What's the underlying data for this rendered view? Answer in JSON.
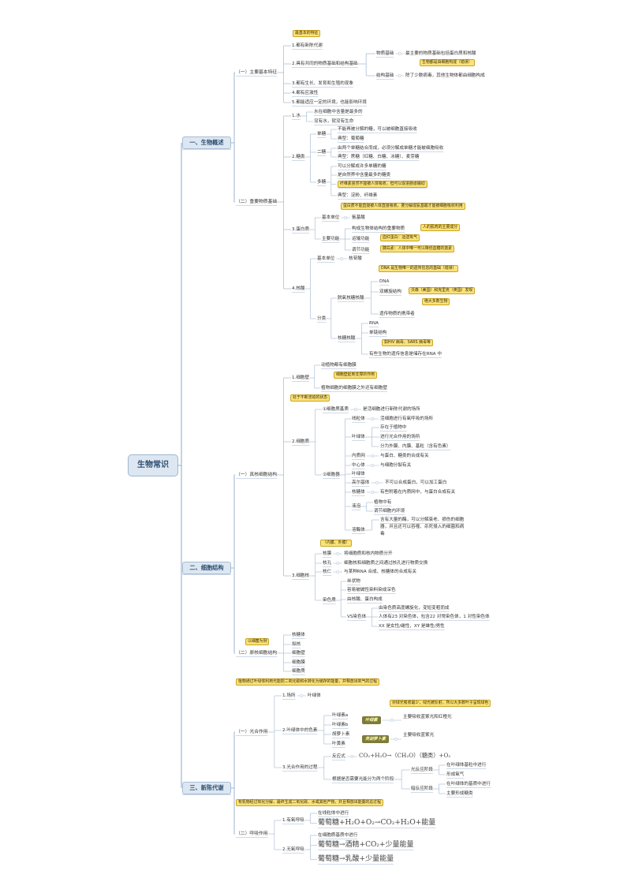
{
  "root": "生物常识",
  "branches": {
    "b1": "一、生物概述",
    "b2": "二、细胞结构",
    "b3": "三、新陈代谢"
  },
  "outline": {
    "features": "（一）主要基本特征",
    "features_note": "最基本的特征",
    "f1": "1.都有新陈代谢",
    "f2": "2.具有共同的物质基础和结构基础",
    "f2_material": "物质基础",
    "f2_material_text": "最主要的物质基础包括蛋白质和核酸",
    "f2_note": "生物都是由细胞构成（错误）",
    "f2_structure": "结构基础",
    "f2_structure_text": "除了少数病毒，其他生物体都由细胞构成",
    "f3": "3.都有生长、发育和生殖的现象",
    "f4": "4.都有应激性",
    "f5": "5.都能适应一定的环境，也能影响环境",
    "matter": "（二）重要物质基础",
    "water": "1.水",
    "water_a": "水在细胞中含量是最多的",
    "water_b": "没有水，就没有生命",
    "sugar": "2.糖类",
    "mono": "单糖",
    "mono_a": "不能再被分解的糖，可以被细胞直接吸收",
    "mono_b": "典型：葡萄糖",
    "di": "二糖",
    "di_a": "由两个单糖结合而成，必须分解成单糖才能被细胞吸收",
    "di_b": "典型：蔗糖（红糖、白糖、冰糖）、麦芽糖",
    "poly": "多糖",
    "poly_a": "可以分解成许多单糖的糖",
    "poly_b": "是自然界中含量最多的糖类",
    "poly_note": "纤维素虽然不能被人体吸收，但可以促进肠道蠕动",
    "poly_c": "典型：淀粉、纤维素",
    "protein": "3.蛋白质",
    "protein_note": "蛋白质不能直接被人体直接吸收，要分解成氨基酸才能被细胞吸收利用",
    "unit_label": "基本单位",
    "protein_unit": "氨基酸",
    "function_label": "主要功能",
    "protein_f1": "构成生物体结构的重要物质",
    "protein_f1_note": "人的肌肉的主要成分",
    "protein_f2": "运输功能",
    "protein_f2_note": "血红蛋白：运送氧气",
    "protein_f3": "调节功能",
    "protein_f3_note": "胰岛素：人体中唯一可以降低血糖的激素",
    "nucleic": "4.核酸",
    "nucleic_unit": "核苷酸",
    "classify": "分类",
    "dna_group": "脱氧核糖核酸",
    "dna_note": "DNA 是生物唯一的遗传信息的基础（错误）",
    "dna": "DNA",
    "dna_helix": "双螺旋结构",
    "dna_helix_note": "沃森（美国）和克里克（英国）发现",
    "dna_note2": "绝大多数生物",
    "dna_carrier": "遗传物质的携带者",
    "rna_group": "核糖核酸",
    "rna": "RNA",
    "rna_single": "单链结构",
    "rna_note": "如HIV 病毒、SARS 病毒等",
    "rna_carrier": "有些生物的遗传信息是储存在RNA 中",
    "euk": "（一）真核细胞结构",
    "wall": "1.细胞壁",
    "wall_a": "动植物都有细胞膜",
    "wall_note": "细胞壁起到支撑的作用",
    "wall_b": "植物细胞的细胞膜之外还有细胞壁",
    "cyto_note": "处于不断流动的状态",
    "cyto": "2.细胞质",
    "matrix_label": "①细胞质基质",
    "matrix_text": "是活细胞进行新陈代谢的场所",
    "organelle": "②细胞器",
    "mito": "线粒体",
    "mito_text": "活细胞进行有氧呼吸的场所",
    "chloro": "叶绿体",
    "chloro_a": "存在于植物中",
    "chloro_b": "进行光合作用的场所",
    "chloro_c": "分为外膜、内膜、基粒（含有色素）",
    "er": "内质网",
    "er_text": "与蛋白、糖类的合成有关",
    "centro": "中心体",
    "centro_text": "与细胞分裂有关",
    "golgi_top": "叶绿体",
    "golgi": "高尔基体",
    "golgi_text": "不可以合成蛋白，可以加工蛋白",
    "ribo": "核糖体",
    "ribo_text": "有些附着在内质网中，与蛋白合成有关",
    "vacuole": "液泡",
    "vac_a": "植物中有",
    "vac_b": "调节细胞内环境",
    "lyso": "溶酶体",
    "lyso_a": "含有大量的酶，可以分解衰老、损伤的细胞",
    "lyso_b": "器，并且还可以吞噬、杀死侵入的细菌和病",
    "lyso_c": "毒",
    "nucleus_note": "（内膜、外膜）",
    "nucleus": "3.细胞核",
    "n_membrane": "核膜",
    "n_membrane_text": "将细胞质和核内物质分开",
    "n_pore": "核孔",
    "n_pore_text": "细胞核和细胞质之间通过核孔进行物质交换",
    "n_nucleolus": "核仁",
    "n_nucleolus_text": "与某种RNA 合成、核糖体的合成有关",
    "chromatin": "染色质",
    "chr_a": "丝状物",
    "chr_b": "容易被碱性染料染成深色",
    "chr_c": "由核酸、蛋白构成",
    "chr_d": "由染色质高度螺旋化，变短变粗而成",
    "chr_vs": "VS染色体",
    "chr_e": "人体有23 对染色体，包含22 对常染色体，1 对性染色体",
    "chr_f": "XX 是女性/雌性，XY 是雄性/男性",
    "pro": "（二）原核细胞结构",
    "pro_note": "以细菌为例",
    "pro_a": "核糖体",
    "pro_b": "拟核",
    "pro_c": "细胞壁",
    "pro_d": "细胞膜",
    "pro_e": "细胞质",
    "photo_note": "植物通过叶绿体利用光能把二氧化碳和水转化为储存的能量，并释放出氧气的过程",
    "photo": "（一）光合作用",
    "place": "1.场所",
    "place_text": "叶绿体",
    "pigment": "2.叶绿体中的色素",
    "pig_a": "叶绿素a",
    "pig_b": "叶绿素b",
    "pig_c": "胡萝卜素",
    "pig_d": "叶黄素",
    "chl_tag": "叶绿素",
    "car_tag": "类胡萝卜素",
    "chl_note": "对绿光吸收最少，绿光被反射，所以大多数叶子呈现绿色",
    "chl_text": "主要吸收蓝紫光和红橙光",
    "car_text": "主要吸收蓝紫光",
    "process": "3.光合作用的过程",
    "formula_label": "反应式",
    "formula": "CO₂+H₂O→（CH₂O）（糖类）+O₂",
    "stage_label": "根据是否需要光能分为两个阶段",
    "light": "光反应阶段",
    "light_a": "在叶绿体基粒中进行",
    "light_b": "形成氧气",
    "dark": "暗反应阶段",
    "dark_a": "在叶绿体的基质中进行",
    "dark_b": "主要形成糖类",
    "resp_note": "有机物经过氧化分解，最终生成二氧化碳、水或其他产物，并且释放出能量的总过程",
    "resp": "（二）呼吸作用",
    "aerobic": "1.有氧呼吸",
    "aerobic_place": "在线粒体中进行",
    "aerobic_eq": "葡萄糖+H₂O+O₂→CO₂+H₂O+能量",
    "anaerobic": "2.无氧呼吸",
    "anaerobic_place": "在细胞质基质中进行",
    "anaerobic_eq1": "葡萄糖→酒精+CO₂+少量能量",
    "anaerobic_eq2": "葡萄糖→乳酸+少量能量"
  },
  "colors": {
    "connector": "#9fb6d1",
    "main_fill": "#dde7f2",
    "note_fill": "#fbe27a",
    "tag_fill": "#7b7b3a"
  }
}
